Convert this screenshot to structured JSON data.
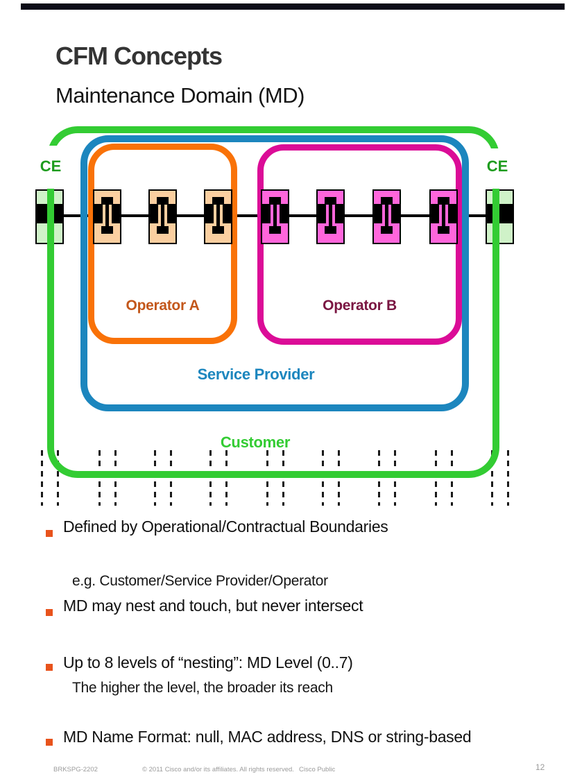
{
  "header": {
    "title": "CFM Concepts",
    "subtitle": "Maintenance Domain (MD)"
  },
  "diagram": {
    "ce_left": "CE",
    "ce_right": "CE",
    "domains": {
      "customer": {
        "label": "Customer",
        "color": "#33cc33"
      },
      "service_provider": {
        "label": "Service Provider",
        "color": "#1c86be"
      },
      "operator_a": {
        "label": "Operator A",
        "color": "#f97208",
        "label_color": "#c3571b",
        "node_fill": "#fbcfa0"
      },
      "operator_b": {
        "label": "Operator B",
        "color": "#db0c97",
        "label_color": "#7a1642",
        "node_fill": "#ff66db"
      }
    },
    "ce_node_fill": "#cff2c8",
    "nodes": [
      "ce",
      "op-a",
      "op-a",
      "op-a",
      "op-b",
      "op-b",
      "op-b",
      "op-b",
      "ce"
    ]
  },
  "bullets": {
    "marker_color": "#e8531c",
    "items": [
      {
        "level": 1,
        "text": "Defined by Operational/Contractual Boundaries"
      },
      {
        "level": 2,
        "text": "e.g. Customer/Service Provider/Operator"
      },
      {
        "level": 1,
        "text": "MD may nest and touch, but never intersect"
      },
      {
        "level": 1,
        "text": "Up to 8 levels of “nesting”: MD Level (0..7)"
      },
      {
        "level": 2,
        "text": "The higher the level, the broader its reach"
      },
      {
        "level": 1,
        "text": "MD Name Format: null, MAC address, DNS or string-based"
      }
    ]
  },
  "footer": {
    "session": "BRKSPG-2202",
    "copyright": "© 2011 Cisco and/or its affiliates. All rights reserved.",
    "classification": "Cisco Public",
    "page": "12"
  }
}
